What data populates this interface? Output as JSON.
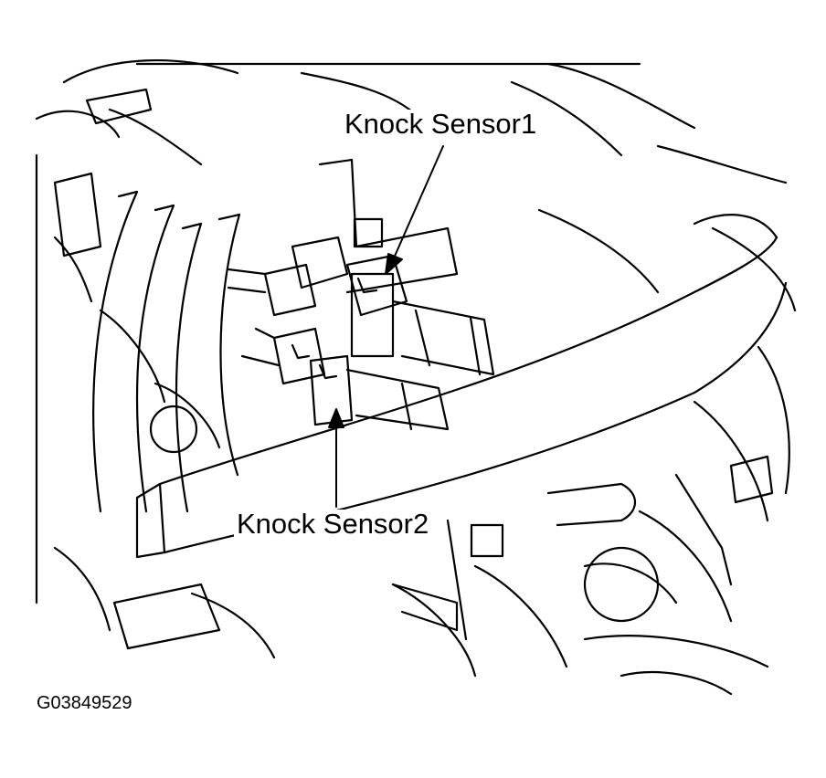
{
  "labels": {
    "knock_sensor_1": "Knock Sensor1",
    "knock_sensor_2": "Knock Sensor2",
    "figure_code": "G03849529"
  },
  "colors": {
    "ink": "#000000",
    "paper": "#ffffff"
  }
}
